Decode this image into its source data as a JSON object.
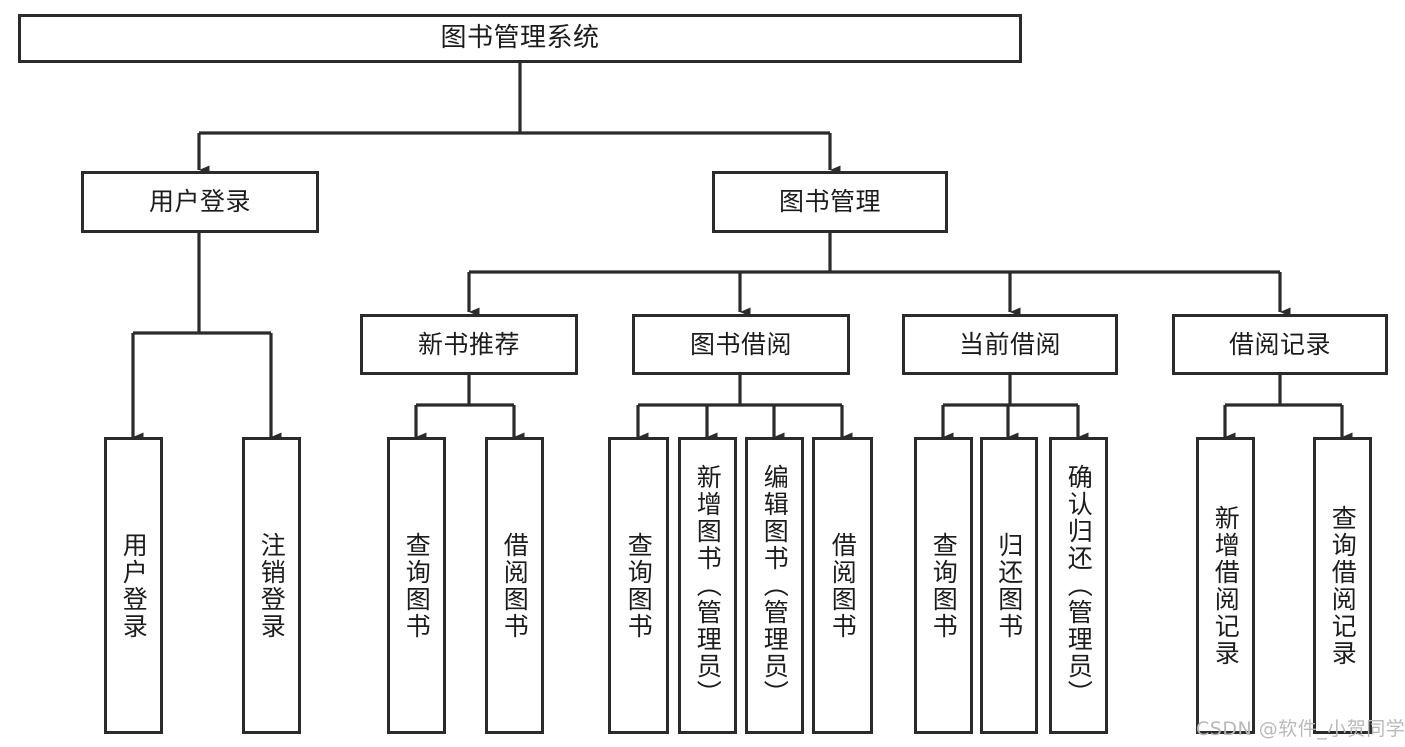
{
  "diagram": {
    "type": "tree-hierarchy",
    "title": "图书管理系统",
    "watermark": "CSDN @软件_小贺同学",
    "colors": {
      "stroke": "#2b2b2b",
      "fill": "#ffffff",
      "text": "#1c1c1c",
      "watermark": "#b9b9b9"
    },
    "levels": {
      "root": [
        "图书管理系统"
      ],
      "level2": [
        "用户登录",
        "图书管理"
      ],
      "level3": [
        "新书推荐",
        "图书借阅",
        "当前借阅",
        "借阅记录"
      ],
      "level4": [
        "用户登录",
        "注销登录",
        "查询图书",
        "借阅图书",
        "查询图书",
        "新增图书（管理员）",
        "编辑图书（管理员）",
        "借阅图书",
        "查询图书",
        "归还图书",
        "确认归还（管理员）",
        "新增借阅记录",
        "查询借阅记录"
      ]
    },
    "nodes": {
      "root": {
        "label": "图书管理系统"
      },
      "user_login": {
        "label": "用户登录"
      },
      "book_mgmt": {
        "label": "图书管理"
      },
      "new_book_rec": {
        "label": "新书推荐"
      },
      "book_borrow": {
        "label": "图书借阅"
      },
      "current_borrow": {
        "label": "当前借阅"
      },
      "borrow_record": {
        "label": "借阅记录"
      },
      "leaf_user_login": {
        "label": "用户登录"
      },
      "leaf_logout": {
        "label": "注销登录"
      },
      "leaf_query_book_a": {
        "label": "查询图书"
      },
      "leaf_borrow_book_a": {
        "label": "借阅图书"
      },
      "leaf_query_book_b": {
        "label": "查询图书"
      },
      "leaf_add_book": {
        "label": "新增图书（管理员）"
      },
      "leaf_edit_book": {
        "label": "编辑图书（管理员）"
      },
      "leaf_borrow_book_b": {
        "label": "借阅图书"
      },
      "leaf_query_book_c": {
        "label": "查询图书"
      },
      "leaf_return_book": {
        "label": "归还图书"
      },
      "leaf_confirm_return": {
        "label": "确认归还（管理员）"
      },
      "leaf_add_record": {
        "label": "新增借阅记录"
      },
      "leaf_query_record": {
        "label": "查询借阅记录"
      }
    },
    "edges": [
      {
        "from": "root",
        "to": "user_login"
      },
      {
        "from": "root",
        "to": "book_mgmt"
      },
      {
        "from": "book_mgmt",
        "to": "new_book_rec"
      },
      {
        "from": "book_mgmt",
        "to": "book_borrow"
      },
      {
        "from": "book_mgmt",
        "to": "current_borrow"
      },
      {
        "from": "book_mgmt",
        "to": "borrow_record"
      },
      {
        "from": "user_login",
        "to": "leaf_user_login"
      },
      {
        "from": "user_login",
        "to": "leaf_logout"
      },
      {
        "from": "new_book_rec",
        "to": "leaf_query_book_a"
      },
      {
        "from": "new_book_rec",
        "to": "leaf_borrow_book_a"
      },
      {
        "from": "book_borrow",
        "to": "leaf_query_book_b"
      },
      {
        "from": "book_borrow",
        "to": "leaf_add_book"
      },
      {
        "from": "book_borrow",
        "to": "leaf_edit_book"
      },
      {
        "from": "book_borrow",
        "to": "leaf_borrow_book_b"
      },
      {
        "from": "current_borrow",
        "to": "leaf_query_book_c"
      },
      {
        "from": "current_borrow",
        "to": "leaf_return_book"
      },
      {
        "from": "current_borrow",
        "to": "leaf_confirm_return"
      },
      {
        "from": "borrow_record",
        "to": "leaf_add_record"
      },
      {
        "from": "borrow_record",
        "to": "leaf_query_record"
      }
    ]
  }
}
